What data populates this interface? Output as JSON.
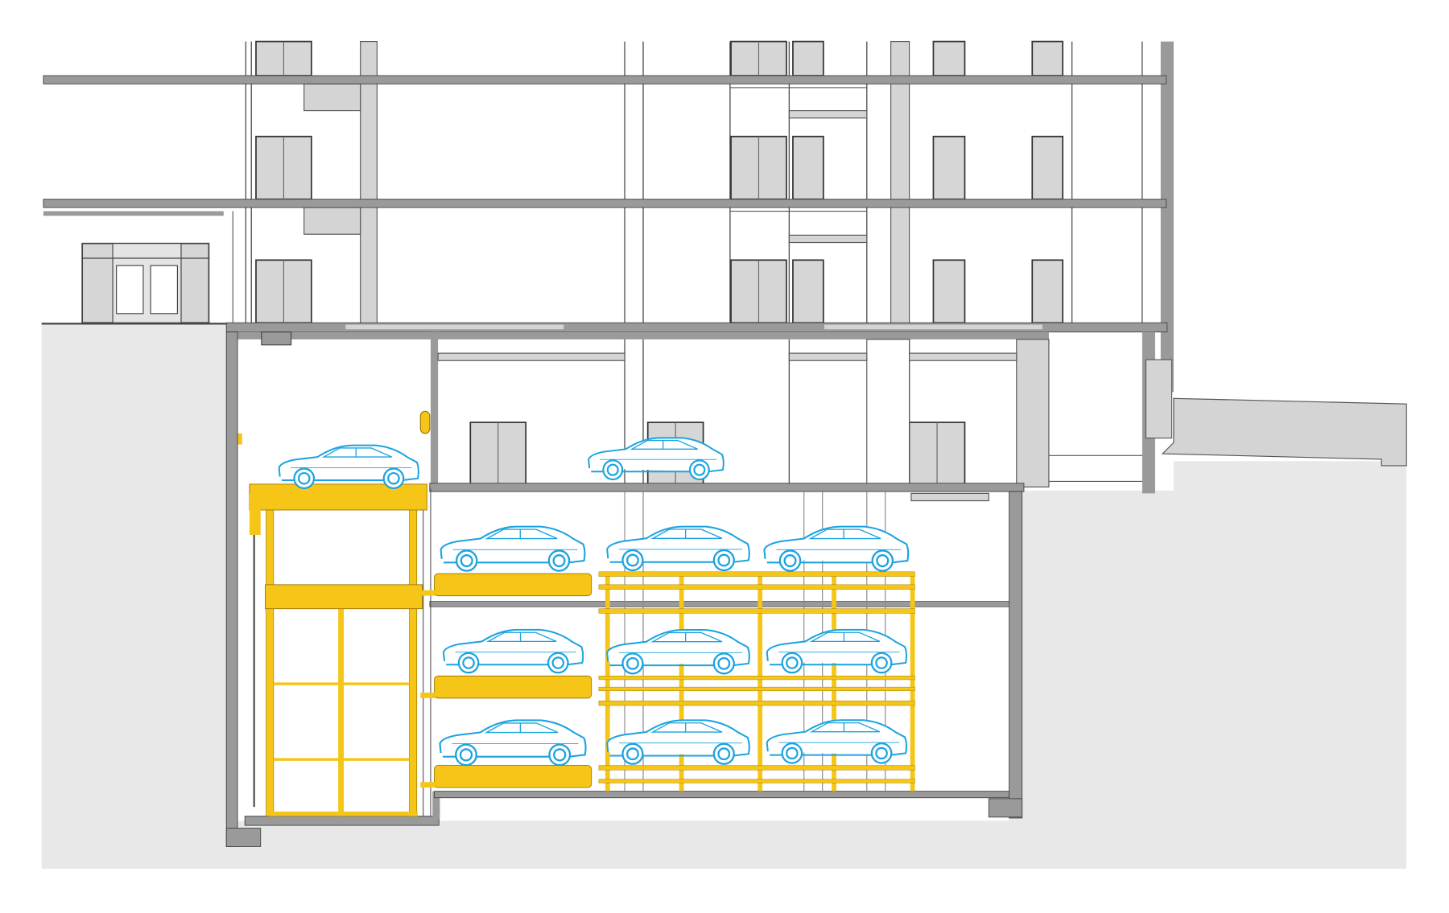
{
  "colors": {
    "ground": "#e8e8e8",
    "wall": "#9a9a9a",
    "light_wall": "#d4d4d4",
    "window": "#d6d6d6",
    "lift_yellow": "#f5c518",
    "car_blue": "#1aa3e0"
  },
  "parking": {
    "entry_level_cars": 2,
    "rack_levels": 3,
    "cars_per_rack_level": 3,
    "cars": [
      {
        "level": "entry",
        "slot": 0,
        "dir": "left"
      },
      {
        "level": "entry",
        "slot": 1,
        "dir": "left"
      },
      {
        "level": "rack-1",
        "slot": 0,
        "dir": "left"
      },
      {
        "level": "rack-1",
        "slot": 1,
        "dir": "left"
      },
      {
        "level": "rack-1",
        "slot": 2,
        "dir": "left"
      },
      {
        "level": "rack-2",
        "slot": 0,
        "dir": "left"
      },
      {
        "level": "rack-2",
        "slot": 1,
        "dir": "left"
      },
      {
        "level": "rack-2",
        "slot": 2,
        "dir": "left"
      },
      {
        "level": "rack-3",
        "slot": 0,
        "dir": "left"
      },
      {
        "level": "rack-3",
        "slot": 1,
        "dir": "left"
      },
      {
        "level": "rack-3",
        "slot": 2,
        "dir": "left"
      }
    ]
  }
}
